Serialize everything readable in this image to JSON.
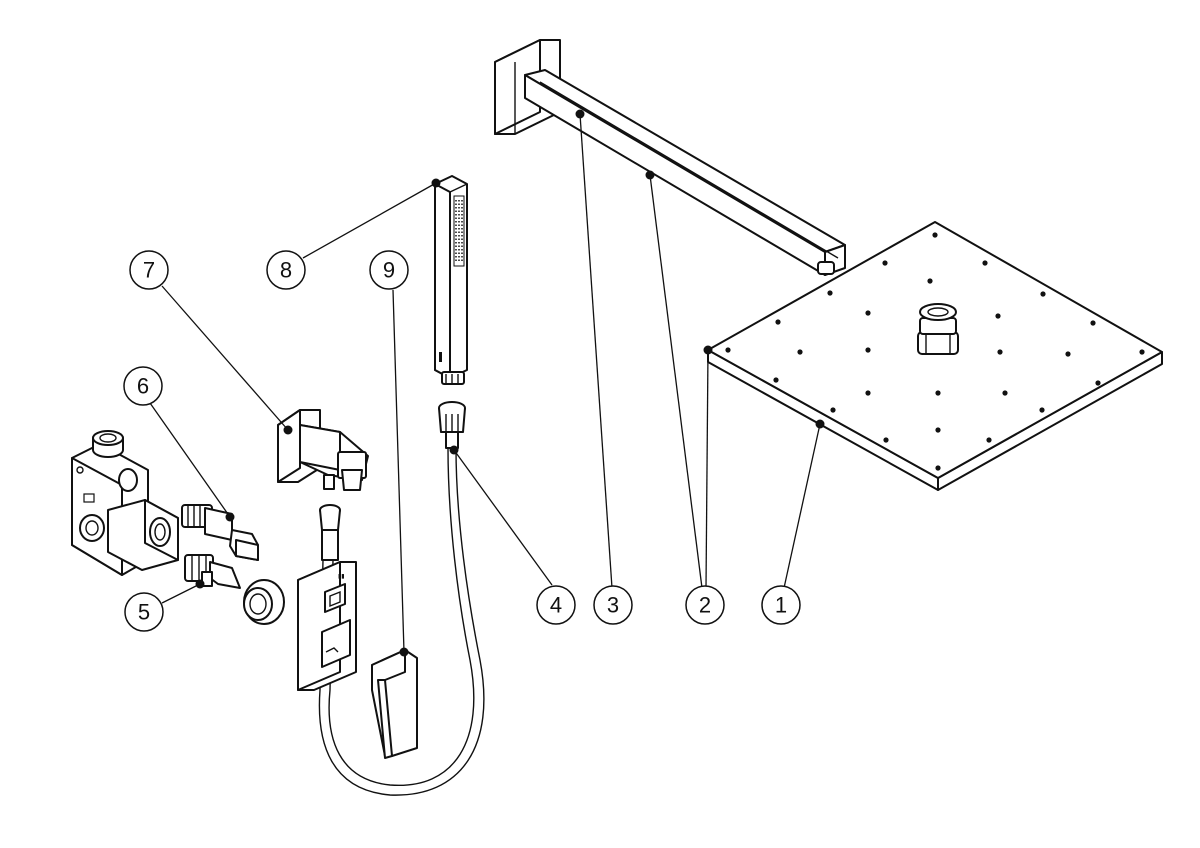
{
  "callouts": [
    {
      "label": "1"
    },
    {
      "label": "2"
    },
    {
      "label": "3"
    },
    {
      "label": "4"
    },
    {
      "label": "5"
    },
    {
      "label": "6"
    },
    {
      "label": "7"
    },
    {
      "label": "8"
    },
    {
      "label": "9"
    }
  ],
  "colors": {
    "line": "#111111",
    "background": "#ffffff"
  }
}
